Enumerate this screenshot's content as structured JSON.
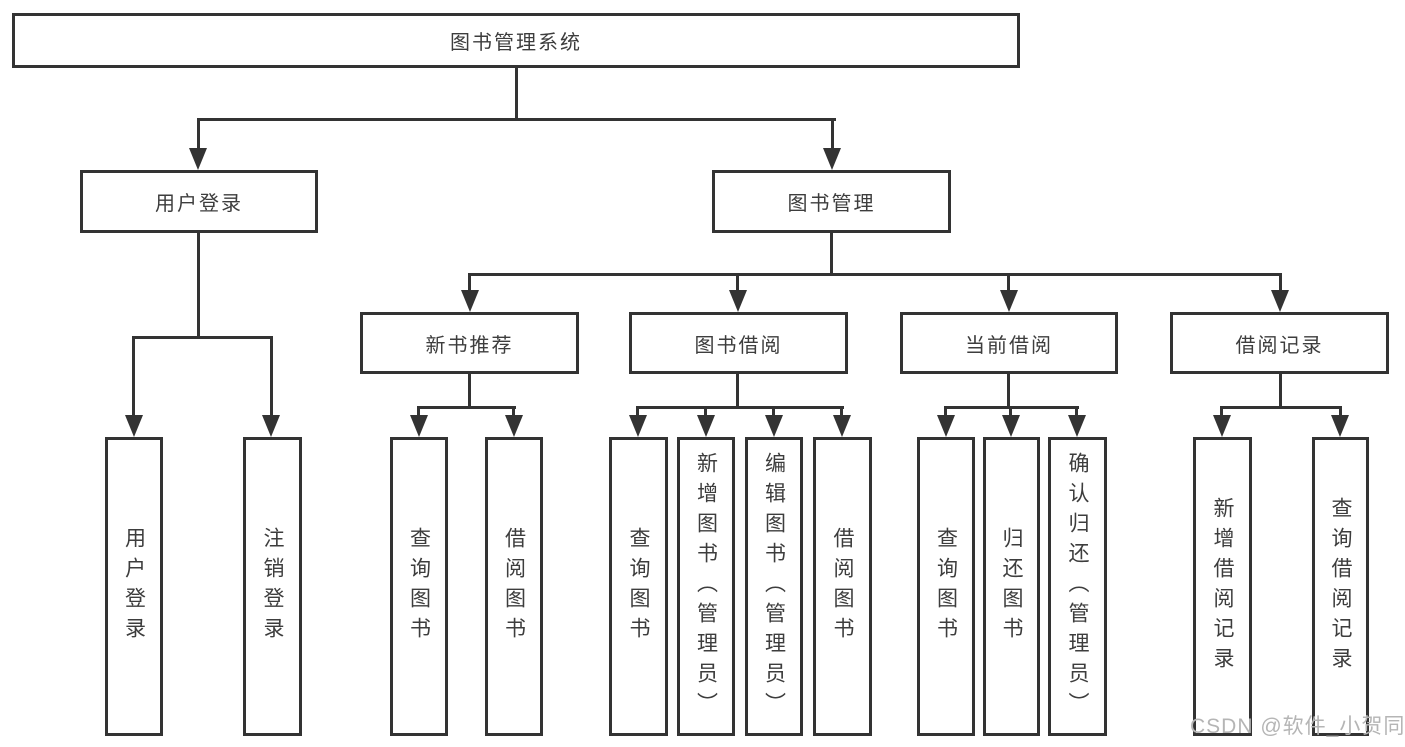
{
  "diagram": {
    "title": "图书管理系统",
    "type": "hierarchy-tree"
  },
  "labels": {
    "root": "图书管理系统",
    "user_login": "用户登录",
    "book_mgmt": "图书管理",
    "new_book_rec": "新书推荐",
    "book_borrow": "图书借阅",
    "current_borrow": "当前借阅",
    "borrow_record": "借阅记录",
    "leaf_user_login": "用户登录",
    "leaf_logout": "注销登录",
    "leaf_nbr_query_book": "查询图书",
    "leaf_nbr_borrow_book": "借阅图书",
    "leaf_bb_query_book": "查询图书",
    "leaf_bb_add_book_admin": "新增图书（管理员）",
    "leaf_bb_edit_book_admin": "编辑图书（管理员）",
    "leaf_bb_borrow_book": "借阅图书",
    "leaf_cb_query_book": "查询图书",
    "leaf_cb_return_book": "归还图书",
    "leaf_cb_confirm_return_admin": "确认归还（管理员）",
    "leaf_br_add_record": "新增借阅记录",
    "leaf_br_query_record": "查询借阅记录"
  },
  "hierarchy": {
    "图书管理系统": {
      "用户登录": [
        "用户登录",
        "注销登录"
      ],
      "图书管理": {
        "新书推荐": [
          "查询图书",
          "借阅图书"
        ],
        "图书借阅": [
          "查询图书",
          "新增图书（管理员）",
          "编辑图书（管理员）",
          "借阅图书"
        ],
        "当前借阅": [
          "查询图书",
          "归还图书",
          "确认归还（管理员）"
        ],
        "借阅记录": [
          "新增借阅记录",
          "查询借阅记录"
        ]
      }
    }
  },
  "watermark": "CSDN @软件_小贺同学",
  "colors": {
    "line": "#333333",
    "box_border": "#333333",
    "text": "#3d3d3d",
    "watermark": "#b5b5b5",
    "background": "#ffffff"
  }
}
